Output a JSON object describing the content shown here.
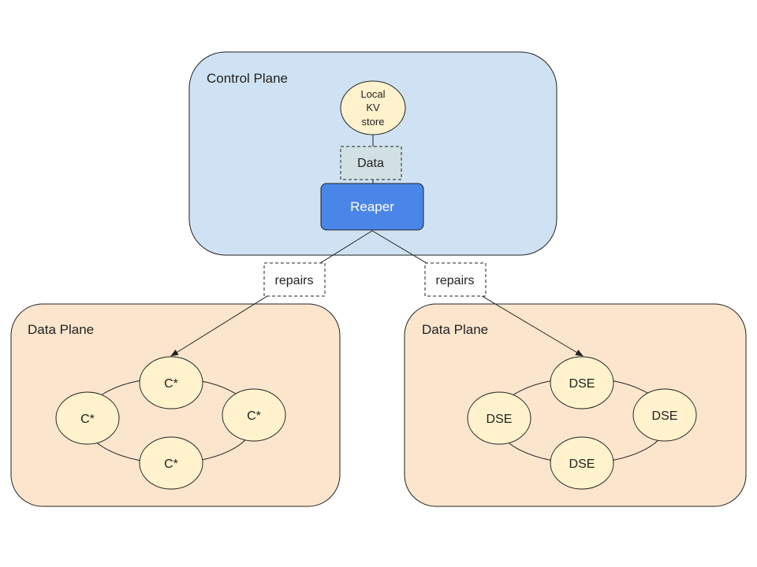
{
  "control_plane": {
    "title": "Control Plane",
    "kv_store": {
      "line1": "Local",
      "line2": "KV",
      "line3": "store"
    },
    "data_label": "Data",
    "reaper_label": "Reaper"
  },
  "edges": {
    "left_label": "repairs",
    "right_label": "repairs"
  },
  "data_plane_left": {
    "title": "Data Plane",
    "nodes": [
      "C*",
      "C*",
      "C*",
      "C*"
    ]
  },
  "data_plane_right": {
    "title": "Data Plane",
    "nodes": [
      "DSE",
      "DSE",
      "DSE",
      "DSE"
    ]
  },
  "colors": {
    "control_fill": "#cfe2f3",
    "data_plane_fill": "#fce5cd",
    "node_fill": "#fff2cc",
    "data_box_fill": "#d0e0e3",
    "reaper_fill": "#4a86e8",
    "reaper_text": "#ffffff",
    "stroke": "#222222"
  }
}
